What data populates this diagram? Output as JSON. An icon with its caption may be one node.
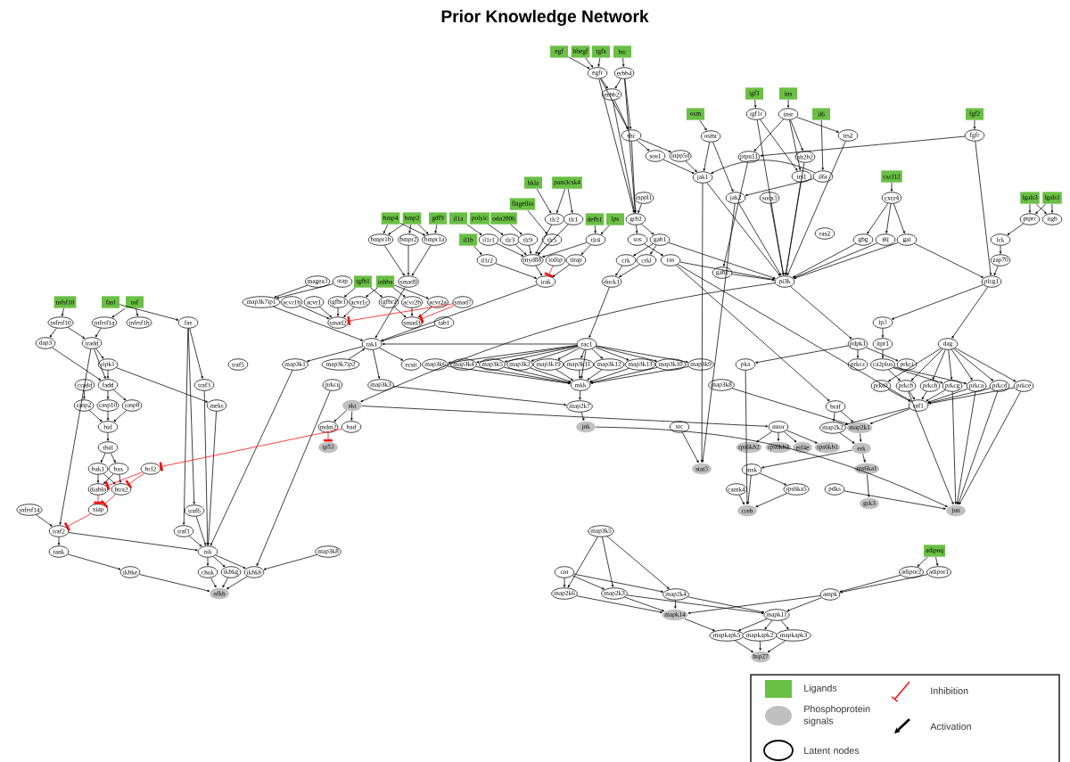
{
  "diagram": {
    "title": "Prior Knowledge Network",
    "nodes": [
      {
        "text": [
          "egf"
        ]
      },
      {
        "text": [
          "hbegf"
        ]
      },
      {
        "text": [
          "tgfa"
        ]
      },
      {
        "text": [
          "btc"
        ]
      },
      {
        "text": [
          "egfr"
        ]
      },
      {
        "text": [
          "erbb4"
        ]
      },
      {
        "text": [
          "erbb2"
        ]
      },
      {
        "text": [
          "igf1"
        ]
      },
      {
        "text": [
          "ins"
        ]
      },
      {
        "text": [
          "fgf2"
        ]
      },
      {
        "text": [
          "osm"
        ]
      },
      {
        "text": [
          "il6"
        ]
      },
      {
        "text": [
          "igf1r"
        ]
      },
      {
        "text": [
          "insr"
        ]
      },
      {
        "text": [
          "fgfr"
        ]
      },
      {
        "text": [
          "shc"
        ]
      },
      {
        "text": [
          "osmr"
        ]
      },
      {
        "text": [
          "irs2"
        ]
      },
      {
        "text": [
          "sos1"
        ]
      },
      {
        "text": [
          "inpp5d"
        ]
      },
      {
        "text": [
          "ptpn11"
        ]
      },
      {
        "text": [
          "sh2b2"
        ]
      },
      {
        "text": [
          "cxcl12"
        ]
      },
      {
        "text": [
          "jak1"
        ]
      },
      {
        "text": [
          "irs1"
        ]
      },
      {
        "text": [
          "il6r"
        ]
      },
      {
        "text": [
          "inppl1"
        ]
      },
      {
        "text": [
          "jak2"
        ]
      },
      {
        "text": [
          "socs3"
        ]
      },
      {
        "text": [
          "cxcr4"
        ]
      },
      {
        "text": [
          "hkla"
        ]
      },
      {
        "text": [
          "pam3csk4"
        ]
      },
      {
        "text": [
          "lgals3"
        ]
      },
      {
        "text": [
          "lgals1"
        ]
      },
      {
        "text": [
          "bmp4"
        ]
      },
      {
        "text": [
          "bmp2"
        ]
      },
      {
        "text": [
          "gdf9"
        ]
      },
      {
        "text": [
          "il1a"
        ]
      },
      {
        "text": [
          "polyic"
        ]
      },
      {
        "text": [
          "odn2006"
        ]
      },
      {
        "text": [
          "flagellin"
        ]
      },
      {
        "text": [
          "tlr2"
        ]
      },
      {
        "text": [
          "tlr1"
        ]
      },
      {
        "text": [
          "defb1"
        ]
      },
      {
        "text": [
          "lps"
        ]
      },
      {
        "text": [
          "grb2"
        ]
      },
      {
        "text": [
          "ptprc"
        ]
      },
      {
        "text": [
          "itgb"
        ]
      },
      {
        "text": [
          "bmpr1b"
        ]
      },
      {
        "text": [
          "bmpr2"
        ]
      },
      {
        "text": [
          "bmpr1a"
        ]
      },
      {
        "text": [
          "il1b"
        ]
      },
      {
        "text": [
          "il1r1"
        ]
      },
      {
        "text": [
          "tlr3"
        ]
      },
      {
        "text": [
          "tlr9"
        ]
      },
      {
        "text": [
          "tlr5"
        ]
      },
      {
        "text": [
          "tlr4"
        ]
      },
      {
        "text": [
          "sos"
        ]
      },
      {
        "text": [
          "gab1"
        ]
      },
      {
        "text": [
          "gbg"
        ]
      },
      {
        "text": [
          "gq"
        ]
      },
      {
        "text": [
          "gai"
        ]
      },
      {
        "text": [
          "lck"
        ]
      },
      {
        "text": [
          "il1r2"
        ]
      },
      {
        "text": [
          "myd88"
        ]
      },
      {
        "text": [
          "tollip"
        ]
      },
      {
        "text": [
          "tirap"
        ]
      },
      {
        "text": [
          "crk"
        ]
      },
      {
        "text": [
          "crkl"
        ]
      },
      {
        "text": [
          "ras"
        ]
      },
      {
        "text": [
          "gab2"
        ]
      },
      {
        "text": [
          "ras2"
        ]
      },
      {
        "text": [
          "zap70"
        ]
      },
      {
        "text": [
          "magea3"
        ]
      },
      {
        "text": [
          "stap"
        ]
      },
      {
        "text": [
          "tgfb1"
        ]
      },
      {
        "text": [
          "inhba"
        ]
      },
      {
        "text": [
          "smad9"
        ]
      },
      {
        "text": [
          "irak"
        ]
      },
      {
        "text": [
          "dock1"
        ]
      },
      {
        "text": [
          "pi3k"
        ]
      },
      {
        "text": [
          "plcg1"
        ]
      },
      {
        "text": [
          "tnfsf10"
        ]
      },
      {
        "text": [
          "fasl"
        ]
      },
      {
        "text": [
          "tnf"
        ]
      },
      {
        "text": [
          "map3k7ip1"
        ]
      },
      {
        "text": [
          "acvr1b"
        ]
      },
      {
        "text": [
          "acvr1"
        ]
      },
      {
        "text": [
          "tgfbr1"
        ]
      },
      {
        "text": [
          "acvr1c"
        ]
      },
      {
        "text": [
          "tgfbr2"
        ]
      },
      {
        "text": [
          "acvr2b"
        ]
      },
      {
        "text": [
          "acvr2a"
        ]
      },
      {
        "text": [
          "smad7"
        ]
      },
      {
        "text": [
          "tnfrsf10"
        ]
      },
      {
        "text": [
          "tnfrsf1a"
        ]
      },
      {
        "text": [
          "tnfrsf1b"
        ]
      },
      {
        "text": [
          "fas"
        ]
      },
      {
        "text": [
          "smad2"
        ]
      },
      {
        "text": [
          "smad3"
        ]
      },
      {
        "text": [
          "tab1"
        ]
      },
      {
        "text": [
          "ip3"
        ]
      },
      {
        "text": [
          "dap3"
        ]
      },
      {
        "text": [
          "tradd"
        ]
      },
      {
        "text": [
          "tak1"
        ]
      },
      {
        "text": [
          "rac1"
        ]
      },
      {
        "text": [
          "pdpk1"
        ]
      },
      {
        "text": [
          "itpr1"
        ]
      },
      {
        "text": [
          "dag"
        ]
      },
      {
        "text": [
          "ripk1"
        ]
      },
      {
        "text": [
          "traf5"
        ]
      },
      {
        "text": [
          "map3k1"
        ]
      },
      {
        "text": [
          "map3k7ip2"
        ]
      },
      {
        "text": [
          "ecsit"
        ]
      },
      {
        "text": [
          "map3k6"
        ]
      },
      {
        "text": [
          "map3k4"
        ]
      },
      {
        "text": [
          "map3k5"
        ]
      },
      {
        "text": [
          "map3k2"
        ]
      },
      {
        "text": [
          "map3k19"
        ]
      },
      {
        "text": [
          "map3k11"
        ]
      },
      {
        "text": [
          "map3k12"
        ]
      },
      {
        "text": [
          "map3k13"
        ]
      },
      {
        "text": [
          "map3k10"
        ]
      },
      {
        "text": [
          "map3k9"
        ]
      },
      {
        "text": [
          "pka"
        ]
      },
      {
        "text": [
          "prkcz"
        ]
      },
      {
        "text": [
          "ca2plus"
        ]
      },
      {
        "text": [
          "prkci"
        ]
      },
      {
        "text": [
          "cradd"
        ]
      },
      {
        "text": [
          "fadd"
        ]
      },
      {
        "text": [
          "traf3"
        ]
      },
      {
        "text": [
          "prkcq"
        ]
      },
      {
        "text": [
          "map3k3"
        ]
      },
      {
        "text": [
          "mkk"
        ]
      },
      {
        "text": [
          "map3k8"
        ]
      },
      {
        "text": [
          "prkd1"
        ]
      },
      {
        "text": [
          "prkcb"
        ]
      },
      {
        "text": [
          "prkch"
        ]
      },
      {
        "text": [
          "prkcg"
        ]
      },
      {
        "text": [
          "prkca"
        ]
      },
      {
        "text": [
          "prkcd"
        ]
      },
      {
        "text": [
          "prkce"
        ]
      },
      {
        "text": [
          "casp2"
        ]
      },
      {
        "text": [
          "casp10"
        ]
      },
      {
        "text": [
          "casp8"
        ]
      },
      {
        "text": [
          "meks"
        ]
      },
      {
        "text": [
          "akt"
        ]
      },
      {
        "text": [
          "map2k7"
        ]
      },
      {
        "text": [
          "braf"
        ]
      },
      {
        "text": [
          "raf1"
        ]
      },
      {
        "text": [
          "bid"
        ]
      },
      {
        "text": [
          "mdm2"
        ]
      },
      {
        "text": [
          "bad"
        ]
      },
      {
        "text": [
          "jnk"
        ]
      },
      {
        "text": [
          "src"
        ]
      },
      {
        "text": [
          "mtor"
        ]
      },
      {
        "text": [
          "map2k2"
        ]
      },
      {
        "text": [
          "map2k1"
        ]
      },
      {
        "text": [
          "tbid"
        ]
      },
      {
        "text": [
          "tp53"
        ]
      },
      {
        "text": [
          "rps6kb2"
        ]
      },
      {
        "text": [
          "rps6kb3"
        ]
      },
      {
        "text": [
          "eif4e"
        ]
      },
      {
        "text": [
          "rps6kb1"
        ]
      },
      {
        "text": [
          "erk"
        ]
      },
      {
        "text": [
          "bak1"
        ]
      },
      {
        "text": [
          "bax"
        ]
      },
      {
        "text": [
          "bcl2"
        ]
      },
      {
        "text": [
          "stat3"
        ]
      },
      {
        "text": [
          "msk"
        ]
      },
      {
        "text": [
          "rps6ka1"
        ]
      },
      {
        "text": [
          "diablo"
        ]
      },
      {
        "text": [
          "htra2"
        ]
      },
      {
        "text": [
          "camk4"
        ]
      },
      {
        "text": [
          "rps6ka5"
        ]
      },
      {
        "text": [
          "pdks"
        ]
      },
      {
        "text": [
          "gsk3"
        ]
      },
      {
        "text": [
          "tnfrsf14"
        ]
      },
      {
        "text": [
          "xiap"
        ]
      },
      {
        "text": [
          "traf6"
        ]
      },
      {
        "text": [
          "creb"
        ]
      },
      {
        "text": [
          "jun"
        ]
      },
      {
        "text": [
          "traf2"
        ]
      },
      {
        "text": [
          "traf1"
        ]
      },
      {
        "text": [
          "map3k5"
        ]
      },
      {
        "text": [
          "adipoq"
        ]
      },
      {
        "text": [
          "tank"
        ]
      },
      {
        "text": [
          "nik"
        ]
      },
      {
        "text": [
          "map3k8"
        ]
      },
      {
        "text": [
          "ikbke"
        ]
      },
      {
        "text": [
          "chuk"
        ]
      },
      {
        "text": [
          "ikbkg"
        ]
      },
      {
        "text": [
          "ikbkb"
        ]
      },
      {
        "text": [
          "cot"
        ]
      },
      {
        "text": [
          "adipor2"
        ]
      },
      {
        "text": [
          "adipor1"
        ]
      },
      {
        "text": [
          "nfkb"
        ]
      },
      {
        "text": [
          "map2k6"
        ]
      },
      {
        "text": [
          "map2k3"
        ]
      },
      {
        "text": [
          "map2k4"
        ]
      },
      {
        "text": [
          "ampk"
        ]
      },
      {
        "text": [
          "mapk14"
        ]
      },
      {
        "text": [
          "mapk11"
        ]
      },
      {
        "text": [
          "mapkapk5"
        ]
      },
      {
        "text": [
          "mapkapk2"
        ]
      },
      {
        "text": [
          "mapkapk3"
        ]
      },
      {
        "text": [
          "hsp27"
        ]
      }
    ],
    "edges": [
      {
        "from": 0,
        "to": 4,
        "arrow": "to"
      },
      {
        "from": 1,
        "to": 4,
        "arrow": "to"
      },
      {
        "from": 2,
        "to": 4,
        "arrow": "to"
      },
      {
        "from": 3,
        "to": 5,
        "arrow": "to"
      },
      {
        "from": 4,
        "to": 6,
        "arrow": "to"
      },
      {
        "from": 5,
        "to": 6,
        "arrow": "to"
      },
      {
        "from": 4,
        "to": 15,
        "arrow": "to"
      },
      {
        "from": 6,
        "to": 15,
        "arrow": "to"
      },
      {
        "from": 5,
        "to": 15,
        "arrow": "to"
      },
      {
        "from": 4,
        "to": 45,
        "arrow": "to"
      },
      {
        "from": 6,
        "to": 45,
        "arrow": "to"
      },
      {
        "from": 5,
        "to": 45,
        "arrow": "to"
      },
      {
        "from": 15,
        "to": 45,
        "arrow": "to"
      },
      {
        "from": 15,
        "to": 18,
        "arrow": "to"
      },
      {
        "from": 15,
        "to": 19,
        "arrow": "to"
      },
      {
        "from": 10,
        "to": 16,
        "arrow": "to"
      },
      {
        "from": 16,
        "to": 23,
        "arrow": "to"
      },
      {
        "from": 16,
        "to": 27,
        "arrow": "to"
      },
      {
        "from": 7,
        "to": 12,
        "arrow": "to"
      },
      {
        "from": 8,
        "to": 13,
        "arrow": "to"
      },
      {
        "from": 12,
        "to": 24,
        "arrow": "to"
      },
      {
        "from": 13,
        "to": 24,
        "arrow": "to"
      },
      {
        "from": 13,
        "to": 17,
        "arrow": "to"
      },
      {
        "from": 13,
        "to": 20,
        "arrow": "to"
      },
      {
        "from": 13,
        "to": 21,
        "arrow": "to"
      },
      {
        "from": 11,
        "to": 25,
        "arrow": "to"
      },
      {
        "from": 25,
        "to": 27,
        "arrow": "to"
      },
      {
        "from": 25,
        "to": 23,
        "arrow": "to"
      },
      {
        "from": 26,
        "to": 45,
        "arrow": "to"
      },
      {
        "from": 19,
        "to": 23,
        "arrow": "to"
      },
      {
        "from": 18,
        "to": 23,
        "arrow": "to"
      },
      {
        "from": 9,
        "to": 14,
        "arrow": "to"
      },
      {
        "from": 14,
        "to": 20,
        "arrow": "to"
      },
      {
        "from": 14,
        "to": 81,
        "arrow": "to"
      },
      {
        "from": 22,
        "to": 29,
        "arrow": "to"
      },
      {
        "from": 29,
        "to": 59,
        "arrow": "to"
      },
      {
        "from": 29,
        "to": 60,
        "arrow": "to"
      },
      {
        "from": 29,
        "to": 61,
        "arrow": "to"
      },
      {
        "from": 59,
        "to": 80,
        "arrow": "to"
      },
      {
        "from": 60,
        "to": 80,
        "arrow": "to"
      },
      {
        "from": 61,
        "to": 80,
        "arrow": "to"
      },
      {
        "from": 61,
        "to": 81,
        "arrow": "to"
      },
      {
        "from": 32,
        "to": 46,
        "arrow": "to"
      },
      {
        "from": 33,
        "to": 46,
        "arrow": "to"
      },
      {
        "from": 32,
        "to": 47,
        "arrow": "to"
      },
      {
        "from": 33,
        "to": 47,
        "arrow": "to"
      },
      {
        "from": 46,
        "to": 62,
        "arrow": "to"
      },
      {
        "from": 62,
        "to": 72,
        "arrow": "to"
      },
      {
        "from": 72,
        "to": 81,
        "arrow": "to"
      },
      {
        "from": 34,
        "to": 48,
        "arrow": "to"
      },
      {
        "from": 34,
        "to": 50,
        "arrow": "to"
      },
      {
        "from": 35,
        "to": 49,
        "arrow": "to"
      },
      {
        "from": 35,
        "to": 48,
        "arrow": "to"
      },
      {
        "from": 35,
        "to": 50,
        "arrow": "to"
      },
      {
        "from": 36,
        "to": 50,
        "arrow": "to"
      },
      {
        "from": 48,
        "to": 77,
        "arrow": "to"
      },
      {
        "from": 49,
        "to": 77,
        "arrow": "to"
      },
      {
        "from": 50,
        "to": 77,
        "arrow": "to"
      },
      {
        "from": 37,
        "to": 52,
        "arrow": "to"
      },
      {
        "from": 38,
        "to": 53,
        "arrow": "to"
      },
      {
        "from": 39,
        "to": 54,
        "arrow": "to"
      },
      {
        "from": 40,
        "to": 55,
        "arrow": "to"
      },
      {
        "from": 30,
        "to": 41,
        "arrow": "to"
      },
      {
        "from": 31,
        "to": 41,
        "arrow": "to"
      },
      {
        "from": 31,
        "to": 42,
        "arrow": "to"
      },
      {
        "from": 41,
        "to": 64,
        "arrow": "to"
      },
      {
        "from": 42,
        "to": 64,
        "arrow": "to"
      },
      {
        "from": 52,
        "to": 64,
        "arrow": "to"
      },
      {
        "from": 53,
        "to": 64,
        "arrow": "to"
      },
      {
        "from": 54,
        "to": 64,
        "arrow": "to"
      },
      {
        "from": 55,
        "to": 64,
        "arrow": "to"
      },
      {
        "from": 51,
        "to": 63,
        "arrow": "to"
      },
      {
        "from": 63,
        "to": 78,
        "arrow": "to"
      },
      {
        "from": 64,
        "to": 78,
        "arrow": "to"
      },
      {
        "from": 66,
        "to": 78,
        "arrow": "to"
      },
      {
        "from": 43,
        "to": 56,
        "arrow": "to"
      },
      {
        "from": 44,
        "to": 56,
        "arrow": "to"
      },
      {
        "from": 56,
        "to": 64,
        "arrow": "to"
      },
      {
        "from": 56,
        "to": 66,
        "arrow": "to"
      },
      {
        "from": 45,
        "to": 57,
        "arrow": "to"
      },
      {
        "from": 45,
        "to": 58,
        "arrow": "to"
      },
      {
        "from": 57,
        "to": 69,
        "arrow": "to"
      },
      {
        "from": 58,
        "to": 67,
        "arrow": "to"
      },
      {
        "from": 58,
        "to": 68,
        "arrow": "to"
      },
      {
        "from": 67,
        "to": 79,
        "arrow": "to"
      },
      {
        "from": 68,
        "to": 79,
        "arrow": "to"
      },
      {
        "from": 58,
        "to": 80,
        "arrow": "to"
      },
      {
        "from": 70,
        "to": 80,
        "arrow": "to"
      },
      {
        "from": 24,
        "to": 80,
        "arrow": "to"
      },
      {
        "from": 17,
        "to": 80,
        "arrow": "to"
      },
      {
        "from": 27,
        "to": 80,
        "arrow": "to"
      },
      {
        "from": 23,
        "to": 80,
        "arrow": "to"
      },
      {
        "from": 12,
        "to": 80,
        "arrow": "to"
      },
      {
        "from": 28,
        "to": 80,
        "arrow": "to"
      },
      {
        "from": 20,
        "to": 70,
        "arrow": "to"
      },
      {
        "from": 21,
        "to": 80,
        "arrow": "to"
      },
      {
        "from": 80,
        "to": 146,
        "arrow": "to"
      },
      {
        "from": 80,
        "to": 106,
        "arrow": "to"
      },
      {
        "from": 69,
        "to": 148,
        "arrow": "to"
      },
      {
        "from": 69,
        "to": 149,
        "arrow": "to"
      },
      {
        "from": 69,
        "to": 80,
        "arrow": "to"
      },
      {
        "from": 79,
        "to": 105,
        "arrow": "to"
      },
      {
        "from": 105,
        "to": 133,
        "arrow": "to"
      },
      {
        "from": 105,
        "to": 104,
        "arrow": "to"
      },
      {
        "from": 81,
        "to": 101,
        "arrow": "to"
      },
      {
        "from": 81,
        "to": 108,
        "arrow": "to"
      },
      {
        "from": 101,
        "to": 107,
        "arrow": "to"
      },
      {
        "from": 107,
        "to": 126,
        "arrow": "to"
      },
      {
        "from": 106,
        "to": 125,
        "arrow": "to"
      },
      {
        "from": 106,
        "to": 127,
        "arrow": "to"
      },
      {
        "from": 106,
        "to": 124,
        "arrow": "to"
      },
      {
        "from": 108,
        "to": 135,
        "arrow": "to"
      },
      {
        "from": 108,
        "to": 136,
        "arrow": "to"
      },
      {
        "from": 108,
        "to": 137,
        "arrow": "to"
      },
      {
        "from": 108,
        "to": 138,
        "arrow": "to"
      },
      {
        "from": 108,
        "to": 139,
        "arrow": "to"
      },
      {
        "from": 108,
        "to": 140,
        "arrow": "to"
      },
      {
        "from": 108,
        "to": 141,
        "arrow": "to"
      },
      {
        "from": 126,
        "to": 136,
        "arrow": "to"
      },
      {
        "from": 126,
        "to": 138,
        "arrow": "to"
      },
      {
        "from": 126,
        "to": 139,
        "arrow": "to"
      },
      {
        "from": 135,
        "to": 149,
        "arrow": "to"
      },
      {
        "from": 136,
        "to": 149,
        "arrow": "to"
      },
      {
        "from": 137,
        "to": 149,
        "arrow": "to"
      },
      {
        "from": 138,
        "to": 149,
        "arrow": "to"
      },
      {
        "from": 139,
        "to": 149,
        "arrow": "to"
      },
      {
        "from": 140,
        "to": 149,
        "arrow": "to"
      },
      {
        "from": 141,
        "to": 149,
        "arrow": "to"
      },
      {
        "from": 136,
        "to": 181,
        "arrow": "to"
      },
      {
        "from": 138,
        "to": 181,
        "arrow": "to"
      },
      {
        "from": 139,
        "to": 181,
        "arrow": "to"
      },
      {
        "from": 140,
        "to": 181,
        "arrow": "to"
      },
      {
        "from": 141,
        "to": 181,
        "arrow": "to"
      },
      {
        "from": 149,
        "to": 156,
        "arrow": "to"
      },
      {
        "from": 149,
        "to": 157,
        "arrow": "to"
      },
      {
        "from": 148,
        "to": 156,
        "arrow": "to"
      },
      {
        "from": 148,
        "to": 157,
        "arrow": "to"
      },
      {
        "from": 156,
        "to": 164,
        "arrow": "to"
      },
      {
        "from": 157,
        "to": 164,
        "arrow": "to"
      },
      {
        "from": 164,
        "to": 170,
        "arrow": "to"
      },
      {
        "from": 170,
        "to": 176,
        "arrow": "to"
      },
      {
        "from": 164,
        "to": 169,
        "arrow": "to"
      },
      {
        "from": 169,
        "to": 180,
        "arrow": "to"
      },
      {
        "from": 173,
        "to": 180,
        "arrow": "to"
      },
      {
        "from": 174,
        "to": 180,
        "arrow": "to"
      },
      {
        "from": 169,
        "to": 174,
        "arrow": "to"
      },
      {
        "from": 175,
        "to": 181,
        "arrow": "to"
      },
      {
        "from": 155,
        "to": 160,
        "arrow": "to"
      },
      {
        "from": 155,
        "to": 161,
        "arrow": "to"
      },
      {
        "from": 155,
        "to": 162,
        "arrow": "to"
      },
      {
        "from": 155,
        "to": 163,
        "arrow": "to"
      },
      {
        "from": 146,
        "to": 155,
        "arrow": "to"
      },
      {
        "from": 146,
        "to": 152,
        "arrow": "to"
      },
      {
        "from": 146,
        "to": 151,
        "arrow": "to"
      },
      {
        "from": 85,
        "to": 104,
        "arrow": "to"
      },
      {
        "from": 75,
        "to": 88,
        "arrow": "to"
      },
      {
        "from": 75,
        "to": 90,
        "arrow": "to"
      },
      {
        "from": 76,
        "to": 91,
        "arrow": "to"
      },
      {
        "from": 76,
        "to": 92,
        "arrow": "to"
      },
      {
        "from": 76,
        "to": 89,
        "arrow": "to"
      },
      {
        "from": 86,
        "to": 98,
        "arrow": "to"
      },
      {
        "from": 87,
        "to": 98,
        "arrow": "to"
      },
      {
        "from": 88,
        "to": 98,
        "arrow": "to"
      },
      {
        "from": 89,
        "to": 98,
        "arrow": "to"
      },
      {
        "from": 90,
        "to": 99,
        "arrow": "to"
      },
      {
        "from": 91,
        "to": 99,
        "arrow": "to"
      },
      {
        "from": 92,
        "to": 99,
        "arrow": "to"
      },
      {
        "from": 100,
        "to": 104,
        "arrow": "to"
      },
      {
        "from": 112,
        "to": 104,
        "arrow": "to"
      },
      {
        "from": 105,
        "to": 114,
        "arrow": "to"
      },
      {
        "from": 105,
        "to": 115,
        "arrow": "to"
      },
      {
        "from": 105,
        "to": 116,
        "arrow": "to"
      },
      {
        "from": 105,
        "to": 117,
        "arrow": "to"
      },
      {
        "from": 105,
        "to": 118,
        "arrow": "to"
      },
      {
        "from": 105,
        "to": 119,
        "arrow": "to"
      },
      {
        "from": 105,
        "to": 120,
        "arrow": "to"
      },
      {
        "from": 105,
        "to": 121,
        "arrow": "to"
      },
      {
        "from": 105,
        "to": 122,
        "arrow": "to"
      },
      {
        "from": 105,
        "to": 123,
        "arrow": "to"
      },
      {
        "from": 104,
        "to": 111,
        "arrow": "to"
      },
      {
        "from": 104,
        "to": 113,
        "arrow": "to"
      },
      {
        "from": 104,
        "to": 132,
        "arrow": "to"
      },
      {
        "from": 114,
        "to": 133,
        "arrow": "to"
      },
      {
        "from": 115,
        "to": 133,
        "arrow": "to"
      },
      {
        "from": 116,
        "to": 133,
        "arrow": "to"
      },
      {
        "from": 117,
        "to": 133,
        "arrow": "to"
      },
      {
        "from": 118,
        "to": 133,
        "arrow": "to"
      },
      {
        "from": 119,
        "to": 133,
        "arrow": "to"
      },
      {
        "from": 120,
        "to": 133,
        "arrow": "to"
      },
      {
        "from": 121,
        "to": 133,
        "arrow": "to"
      },
      {
        "from": 122,
        "to": 133,
        "arrow": "to"
      },
      {
        "from": 123,
        "to": 133,
        "arrow": "to"
      },
      {
        "from": 133,
        "to": 147,
        "arrow": "to"
      },
      {
        "from": 132,
        "to": 147,
        "arrow": "to"
      },
      {
        "from": 147,
        "to": 153,
        "arrow": "to"
      },
      {
        "from": 153,
        "to": 181,
        "arrow": "to"
      },
      {
        "from": 154,
        "to": 168,
        "arrow": "to"
      },
      {
        "from": 23,
        "to": 168,
        "arrow": "to"
      },
      {
        "from": 27,
        "to": 168,
        "arrow": "to"
      },
      {
        "from": 184,
        "to": 197,
        "arrow": "to"
      },
      {
        "from": 184,
        "to": 198,
        "arrow": "to"
      },
      {
        "from": 184,
        "to": 199,
        "arrow": "to"
      },
      {
        "from": 193,
        "to": 197,
        "arrow": "to"
      },
      {
        "from": 193,
        "to": 198,
        "arrow": "to"
      },
      {
        "from": 193,
        "to": 199,
        "arrow": "to"
      },
      {
        "from": 197,
        "to": 201,
        "arrow": "to"
      },
      {
        "from": 198,
        "to": 201,
        "arrow": "to"
      },
      {
        "from": 199,
        "to": 201,
        "arrow": "to"
      },
      {
        "from": 198,
        "to": 202,
        "arrow": "to"
      },
      {
        "from": 199,
        "to": 202,
        "arrow": "to"
      },
      {
        "from": 200,
        "to": 202,
        "arrow": "to"
      },
      {
        "from": 200,
        "to": 201,
        "arrow": "to"
      },
      {
        "from": 194,
        "to": 200,
        "arrow": "to"
      },
      {
        "from": 195,
        "to": 200,
        "arrow": "to"
      },
      {
        "from": 185,
        "to": 194,
        "arrow": "to"
      },
      {
        "from": 185,
        "to": 195,
        "arrow": "to"
      },
      {
        "from": 201,
        "to": 203,
        "arrow": "to"
      },
      {
        "from": 202,
        "to": 203,
        "arrow": "to"
      },
      {
        "from": 202,
        "to": 204,
        "arrow": "to"
      },
      {
        "from": 202,
        "to": 205,
        "arrow": "to"
      },
      {
        "from": 203,
        "to": 206,
        "arrow": "to"
      },
      {
        "from": 204,
        "to": 206,
        "arrow": "to"
      },
      {
        "from": 205,
        "to": 206,
        "arrow": "to"
      },
      {
        "from": 188,
        "to": 192,
        "arrow": "to"
      },
      {
        "from": 82,
        "to": 94,
        "arrow": "to"
      },
      {
        "from": 83,
        "to": 97,
        "arrow": "to"
      },
      {
        "from": 84,
        "to": 95,
        "arrow": "to"
      },
      {
        "from": 84,
        "to": 96,
        "arrow": "to"
      },
      {
        "from": 94,
        "to": 102,
        "arrow": "to"
      },
      {
        "from": 94,
        "to": 103,
        "arrow": "to"
      },
      {
        "from": 95,
        "to": 103,
        "arrow": "to"
      },
      {
        "from": 103,
        "to": 109,
        "arrow": "to"
      },
      {
        "from": 103,
        "to": 129,
        "arrow": "to"
      },
      {
        "from": 109,
        "to": 129,
        "arrow": "to"
      },
      {
        "from": 109,
        "to": 145,
        "arrow": "to"
      },
      {
        "from": 128,
        "to": 142,
        "arrow": "to"
      },
      {
        "from": 129,
        "to": 143,
        "arrow": "to"
      },
      {
        "from": 129,
        "to": 144,
        "arrow": "to"
      },
      {
        "from": 142,
        "to": 150,
        "arrow": "to"
      },
      {
        "from": 143,
        "to": 150,
        "arrow": "to"
      },
      {
        "from": 144,
        "to": 150,
        "arrow": "to"
      },
      {
        "from": 150,
        "to": 158,
        "arrow": "to"
      },
      {
        "from": 158,
        "to": 165,
        "arrow": "to"
      },
      {
        "from": 158,
        "to": 166,
        "arrow": "to"
      },
      {
        "from": 165,
        "to": 171,
        "arrow": "to"
      },
      {
        "from": 166,
        "to": 171,
        "arrow": "to"
      },
      {
        "from": 165,
        "to": 172,
        "arrow": "to"
      },
      {
        "from": 166,
        "to": 172,
        "arrow": "to"
      },
      {
        "from": 177,
        "to": 182,
        "arrow": "to"
      },
      {
        "from": 182,
        "to": 186,
        "arrow": "to"
      },
      {
        "from": 186,
        "to": 189,
        "arrow": "to"
      },
      {
        "from": 103,
        "to": 182,
        "arrow": "to"
      },
      {
        "from": 182,
        "to": 187,
        "arrow": "to"
      },
      {
        "from": 187,
        "to": 190,
        "arrow": "to"
      },
      {
        "from": 187,
        "to": 191,
        "arrow": "to"
      },
      {
        "from": 187,
        "to": 192,
        "arrow": "to"
      },
      {
        "from": 130,
        "to": 187,
        "arrow": "to"
      },
      {
        "from": 179,
        "to": 187,
        "arrow": "to"
      },
      {
        "from": 183,
        "to": 187,
        "arrow": "to"
      },
      {
        "from": 145,
        "to": 187,
        "arrow": "to"
      },
      {
        "from": 190,
        "to": 196,
        "arrow": "to"
      },
      {
        "from": 191,
        "to": 196,
        "arrow": "to"
      },
      {
        "from": 192,
        "to": 196,
        "arrow": "to"
      },
      {
        "from": 189,
        "to": 196,
        "arrow": "to"
      },
      {
        "from": 97,
        "to": 130,
        "arrow": "to"
      },
      {
        "from": 97,
        "to": 183,
        "arrow": "to"
      },
      {
        "from": 97,
        "to": 179,
        "arrow": "to"
      },
      {
        "from": 131,
        "to": 192,
        "arrow": "to"
      },
      {
        "from": 124,
        "to": 180,
        "arrow": "to"
      },
      {
        "from": 73,
        "to": 85,
        "arrow": "to"
      },
      {
        "from": 74,
        "to": 85,
        "arrow": "to"
      },
      {
        "from": 77,
        "to": 104,
        "arrow": "to"
      },
      {
        "from": 111,
        "to": 187,
        "arrow": "to"
      },
      {
        "from": 134,
        "to": 157,
        "arrow": "to"
      },
      {
        "from": 78,
        "to": 104,
        "arrow": "to"
      },
      {
        "from": 102,
        "to": 129,
        "arrow": "to"
      },
      {
        "from": 65,
        "to": 78,
        "arrow": "other",
        "color": "#ff0000"
      },
      {
        "from": 93,
        "to": 98,
        "arrow": "other",
        "color": "#ff0000"
      },
      {
        "from": 93,
        "to": 99,
        "arrow": "other",
        "color": "#ff0000"
      },
      {
        "from": 151,
        "to": 159,
        "arrow": "other",
        "color": "#ff0000"
      },
      {
        "from": 152,
        "to": 167,
        "arrow": "other",
        "color": "#ff0000"
      },
      {
        "from": 167,
        "to": 171,
        "arrow": "other",
        "color": "#ff0000"
      },
      {
        "from": 167,
        "to": 172,
        "arrow": "other",
        "color": "#ff0000"
      },
      {
        "from": 171,
        "to": 178,
        "arrow": "other",
        "color": "#ff0000"
      },
      {
        "from": 172,
        "to": 178,
        "arrow": "other",
        "color": "#ff0000"
      },
      {
        "from": 178,
        "to": 182,
        "arrow": "other",
        "color": "#ff0000"
      }
    ],
    "legend": [
      {
        "text": "Ligands",
        "color": "#6abf45"
      },
      {
        "text": "Phosphoprotein signals",
        "color": "#c0c0c0"
      },
      {
        "text": "Latent nodes"
      },
      {
        "text": "Inhibition"
      },
      {
        "text": "Activation"
      }
    ]
  }
}
